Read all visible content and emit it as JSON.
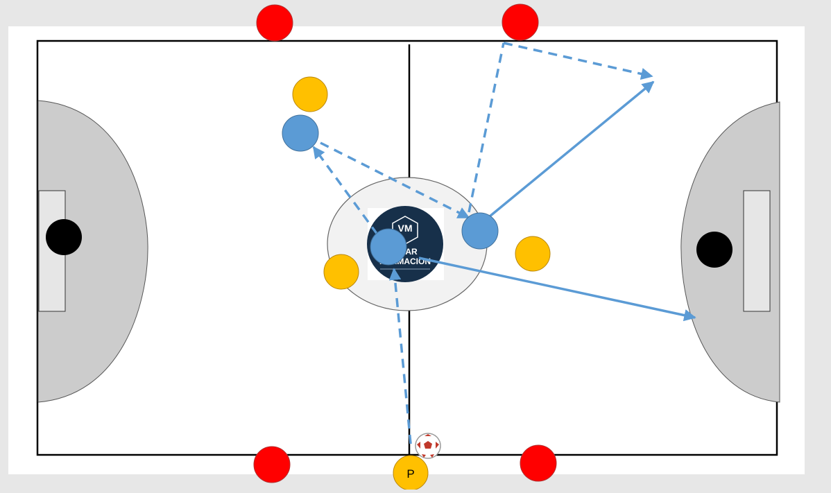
{
  "colors": {
    "background": "#e7e7e7",
    "field": "#ffffff",
    "lines": "#000000",
    "area": "#cccccc",
    "goal_box": "#e6e6e6",
    "center_circle": "#f2f2f2",
    "attacker": "#5b9bd5",
    "defender": "#ffc000",
    "cone": "#ff0000",
    "goal": "#000000",
    "pass_line": "#5b9bd5",
    "logo_bg": "#17304a"
  },
  "markers": {
    "passer_label": "P"
  },
  "logo": {
    "initials": "VM",
    "line1": "VMAR",
    "line2": "FORMACION"
  },
  "icons": {
    "ball": "soccer-ball-icon",
    "logo": "vm-badge-icon"
  }
}
